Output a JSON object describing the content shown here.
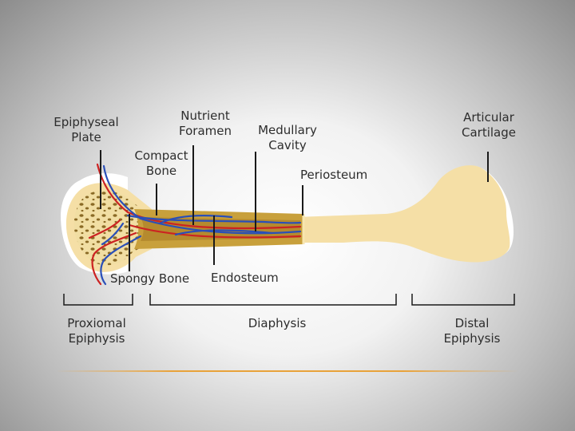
{
  "labels": {
    "epiphyseal_plate": [
      "Epiphyseal",
      "Plate"
    ],
    "compact_bone": [
      "Compact",
      "Bone"
    ],
    "nutrient_foramen": [
      "Nutrient",
      "Foramen"
    ],
    "medullary_cavity": [
      "Medullary",
      "Cavity"
    ],
    "periosteum": "Periosteum",
    "articular_cartilage": [
      "Articular",
      "Cartilage"
    ],
    "spongy_bone": "Spongy Bone",
    "endosteum": "Endosteum"
  },
  "regions": {
    "proximal_epiphysis": [
      "Proxiomal",
      "Epiphysis"
    ],
    "diaphysis": "Diaphysis",
    "distal_epiphysis": [
      "Distal",
      "Epiphysis"
    ]
  },
  "colors": {
    "bone": "#f5dfa6",
    "compact_wall": "#c8a03c",
    "marrow": "#b58a2e",
    "spongy": "#f0dca0",
    "artery": "#cc2222",
    "vein": "#2a4fb8",
    "cartilage": "#ffffff",
    "accent_line": "#e8a23a"
  }
}
